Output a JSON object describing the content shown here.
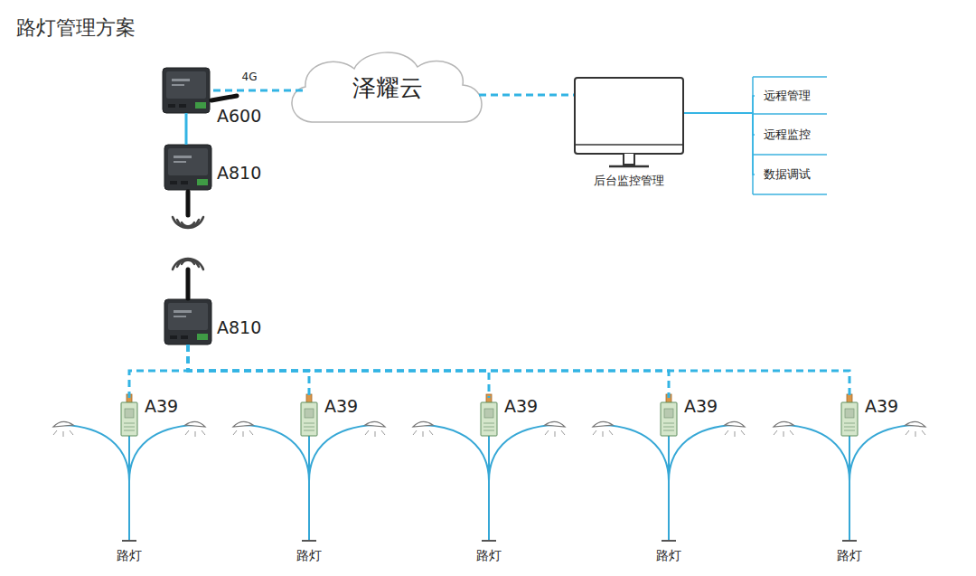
{
  "diagram": {
    "title": "路灯管理方案",
    "nodes": [
      {
        "text": [
          "A600"
        ]
      },
      {
        "text": [
          "泽耀云"
        ]
      },
      {
        "text": [
          "后台监控管理"
        ]
      },
      {
        "text": [
          "远程管理"
        ]
      },
      {
        "text": [
          "远程监控"
        ]
      },
      {
        "text": [
          "数据调试"
        ]
      },
      {
        "text": [
          "A810"
        ]
      },
      {
        "text": [
          "A810"
        ]
      },
      {
        "text": [
          "A39"
        ]
      },
      {
        "text": [
          "A39"
        ]
      },
      {
        "text": [
          "A39"
        ]
      },
      {
        "text": [
          "A39"
        ]
      },
      {
        "text": [
          "A39"
        ]
      }
    ],
    "edges": [
      {
        "from": 0,
        "to": 1,
        "label": "4G",
        "arrow": "none"
      },
      {
        "from": 1,
        "to": 2,
        "arrow": "none"
      },
      {
        "from": 2,
        "to": 3,
        "arrow": "none"
      },
      {
        "from": 2,
        "to": 4,
        "arrow": "none"
      },
      {
        "from": 2,
        "to": 5,
        "arrow": "none"
      },
      {
        "from": 0,
        "to": 6,
        "arrow": "none"
      },
      {
        "from": 7,
        "to": 8,
        "arrow": "none"
      },
      {
        "from": 7,
        "to": 9,
        "arrow": "none"
      },
      {
        "from": 7,
        "to": 10,
        "arrow": "none"
      },
      {
        "from": 7,
        "to": 11,
        "arrow": "none"
      },
      {
        "from": 7,
        "to": 12,
        "arrow": "none"
      }
    ],
    "labels": [
      "路灯",
      "路灯",
      "路灯",
      "路灯",
      "路灯"
    ]
  }
}
